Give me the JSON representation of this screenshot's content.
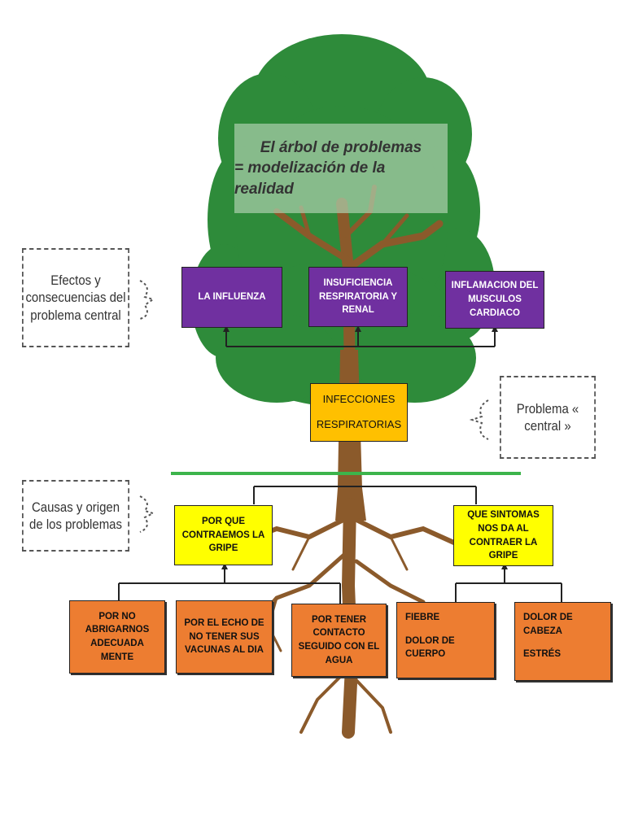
{
  "title": {
    "line1": "El árbol de problemas",
    "line2": "= modelización de la realidad"
  },
  "side_labels": {
    "effects": "Efectos y consecuencias del problema central",
    "central": "Problema « central »",
    "causes": "Causas y origen de los problemas"
  },
  "effects": [
    {
      "text": "LA INFLUENZA"
    },
    {
      "text": "INSUFICIENCIA RESPIRATORIA Y RENAL"
    },
    {
      "text": "INFLAMACION DEL MUSCULOS CARDIACO"
    }
  ],
  "central_problem": {
    "line1": "INFECCIONES",
    "line2": "RESPIRATORIAS"
  },
  "questions": {
    "left": "POR QUE CONTRAEMOS LA GRIPE",
    "right": "QUE SINTOMAS NOS DA AL CONTRAER LA GRIPE"
  },
  "causes": [
    {
      "text": "POR NO ABRIGARNOS ADECUADA MENTE"
    },
    {
      "text": "POR EL ECHO DE NO TENER SUS VACUNAS AL DIA"
    },
    {
      "text": "POR TENER CONTACTO SEGUIDO CON EL AGUA"
    }
  ],
  "symptoms": [
    {
      "line1": "FIEBRE",
      "line2": "DOLOR DE CUERPO"
    },
    {
      "line1": "DOLOR DE CABEZA",
      "line2": "ESTRÉS"
    }
  ],
  "colors": {
    "effects": "#7030a0",
    "central": "#ffc000",
    "questions": "#ffff00",
    "causes": "#ed7d31",
    "foliage": "#2e8b3a",
    "trunk": "#8b5a2b",
    "ground": "#3cb44b"
  }
}
